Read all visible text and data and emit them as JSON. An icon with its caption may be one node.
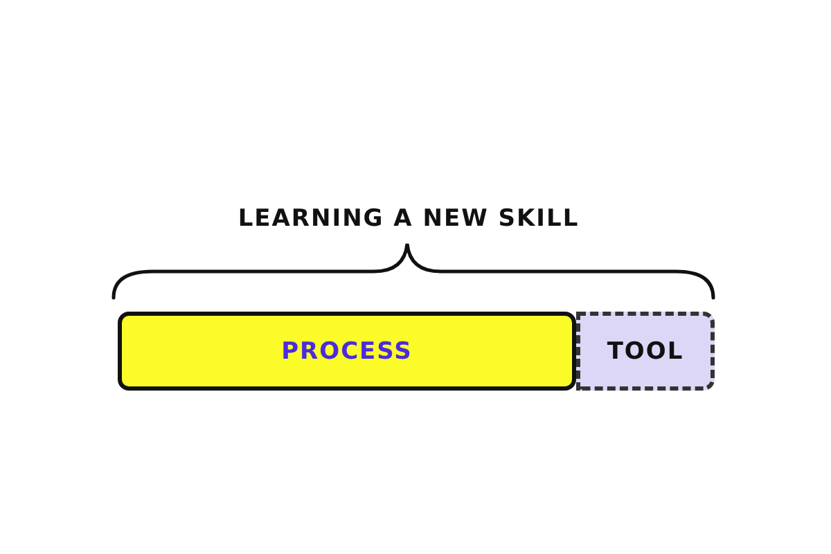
{
  "diagram": {
    "title": "LEARNING A NEW SKILL",
    "nodes": [
      {
        "text": [
          "PROCESS"
        ]
      },
      {
        "text": [
          "TOOL"
        ]
      }
    ]
  }
}
